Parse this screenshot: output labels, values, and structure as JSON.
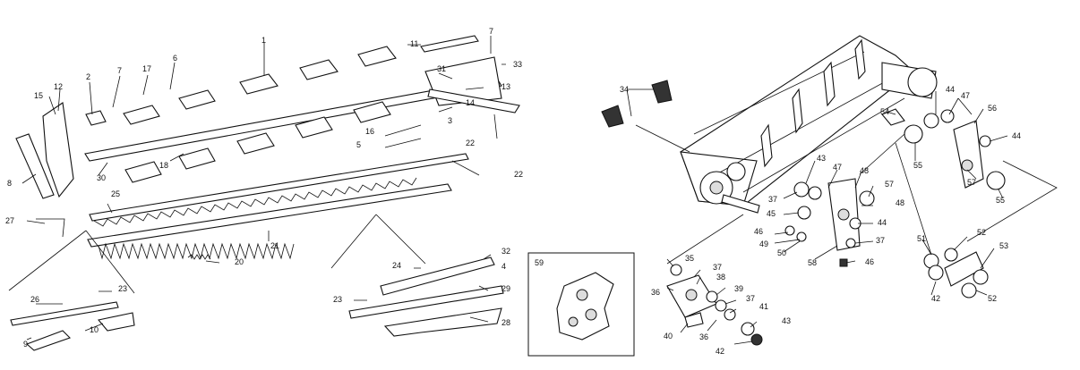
{
  "background": "#ffffff",
  "ink": "#111111",
  "inset_label": "59",
  "callouts": [
    "1",
    "2",
    "7",
    "17",
    "6",
    "11",
    "7",
    "33",
    "15",
    "12",
    "31",
    "13",
    "3",
    "14",
    "16",
    "22",
    "5",
    "8",
    "30",
    "18",
    "22",
    "25",
    "27",
    "21",
    "20",
    "26",
    "23",
    "9",
    "10",
    "24",
    "32",
    "4",
    "23",
    "29",
    "28",
    "34",
    "44",
    "47",
    "56",
    "44",
    "54",
    "55",
    "57",
    "55",
    "43",
    "47",
    "48",
    "57",
    "48",
    "37",
    "45",
    "44",
    "46",
    "49",
    "50",
    "58",
    "37",
    "46",
    "51",
    "52",
    "53",
    "42",
    "52",
    "35",
    "37",
    "38",
    "36",
    "39",
    "37",
    "41",
    "40",
    "36",
    "43",
    "42"
  ]
}
